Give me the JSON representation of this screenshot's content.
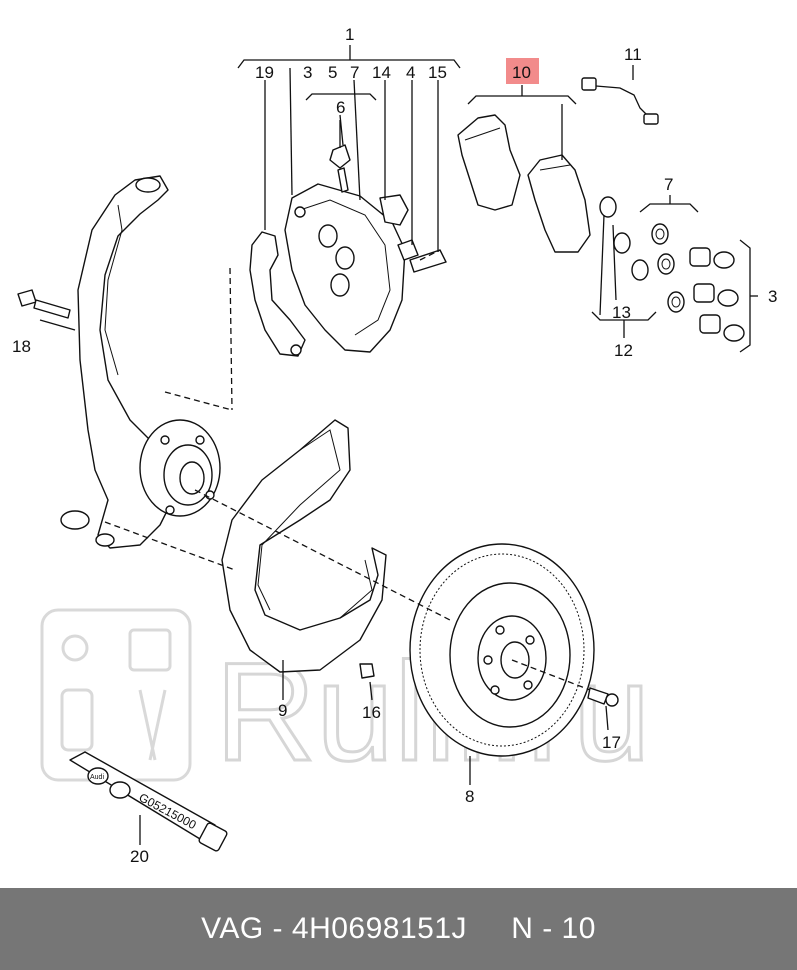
{
  "diagram": {
    "callouts": {
      "c1": "1",
      "c19": "19",
      "c3": "3",
      "c5": "5",
      "c7": "7",
      "c14": "14",
      "c4": "4",
      "c15": "15",
      "c6": "6",
      "c10": "10",
      "c11": "11",
      "c7b": "7",
      "c3b": "3",
      "c13": "13",
      "c12": "12",
      "c18": "18",
      "c9": "9",
      "c16": "16",
      "c17": "17",
      "c8": "8",
      "c20": "20"
    },
    "highlight_color": "#f28b8b",
    "tube_text": "G05215000",
    "tube_brand": "Audi"
  },
  "watermark": {
    "text": "Rulli.ru"
  },
  "footer": {
    "label": "VAG - 4H0698151J     N - 10",
    "background": "#767676"
  }
}
